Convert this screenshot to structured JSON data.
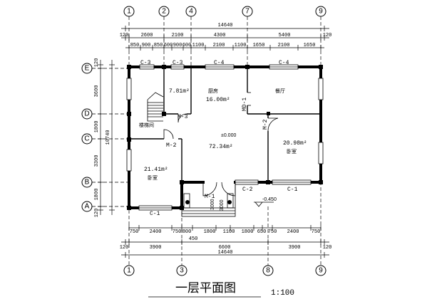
{
  "axes": {
    "top": [
      "1",
      "2",
      "4",
      "7",
      "9"
    ],
    "bottom": [
      "1",
      "3",
      "8",
      "9"
    ],
    "left": [
      "E",
      "D",
      "C",
      "B",
      "A"
    ]
  },
  "dims": {
    "top_overall": "14640",
    "top_row2": [
      "120",
      "2600",
      "2100",
      "4300",
      "5400",
      "120"
    ],
    "top_row3": [
      "850",
      "900",
      "850",
      "600",
      "900",
      "600",
      "1100",
      "2100",
      "1100",
      "1650",
      "2100",
      "1650"
    ],
    "bottom_row1": [
      "750",
      "2400",
      "750",
      "800",
      "1800",
      "1100",
      "1800",
      "650",
      "750",
      "2400",
      "750"
    ],
    "bottom_extra": "450",
    "bottom_row2": [
      "120",
      "3900",
      "6600",
      "3900",
      "120"
    ],
    "bottom_overall": "14640",
    "left_outer": [
      "120",
      "3600",
      "1800",
      "3300",
      "1800",
      "120"
    ],
    "left_overall": "10740",
    "porch": "3000"
  },
  "rooms": {
    "store_area": "7.81m²",
    "kitchen_label": "厨房",
    "kitchen_area": "16.00m²",
    "dining_label": "餐厅",
    "stair_label": "楼梯间",
    "hall_level": "±0.000",
    "hall_area": "72.34m²",
    "bed_left_area": "21.41m²",
    "bed_left_label": "卧室",
    "bed_right_area": "20.98m²",
    "bed_right_label": "卧室",
    "porch_level": "-0.450"
  },
  "tags": {
    "c3_a": "C-3",
    "c3_b": "C-3",
    "c4_a": "C-4",
    "c4_b": "C-4",
    "m3": "M-3",
    "md1": "MD-1",
    "m2_right": "M-2",
    "m2_left": "M-2",
    "c2": "C-2",
    "c1_left": "C-1",
    "c1_right": "C-1",
    "m1": "M-1"
  },
  "title": "一层平面图",
  "scale": "1:100"
}
